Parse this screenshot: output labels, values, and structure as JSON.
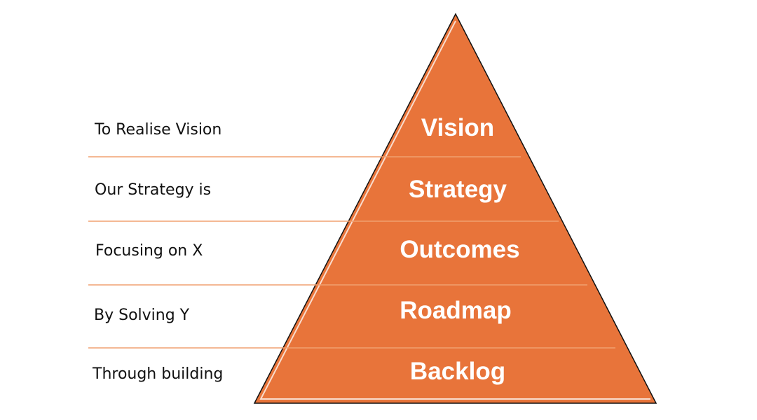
{
  "colors": {
    "pyramid_fill": "#E8743A",
    "divider_line": "#F0A070",
    "outline": "#111111",
    "tier_text": "#ffffff",
    "left_text": "#111111"
  },
  "tiers": [
    {
      "label": "Vision",
      "left_text": "To Realise Vision"
    },
    {
      "label": "Strategy",
      "left_text": "Our Strategy is"
    },
    {
      "label": "Outcomes",
      "left_text": "Focusing on X"
    },
    {
      "label": "Roadmap",
      "left_text": "By Solving Y"
    },
    {
      "label": "Backlog",
      "left_text": "Through building"
    }
  ]
}
